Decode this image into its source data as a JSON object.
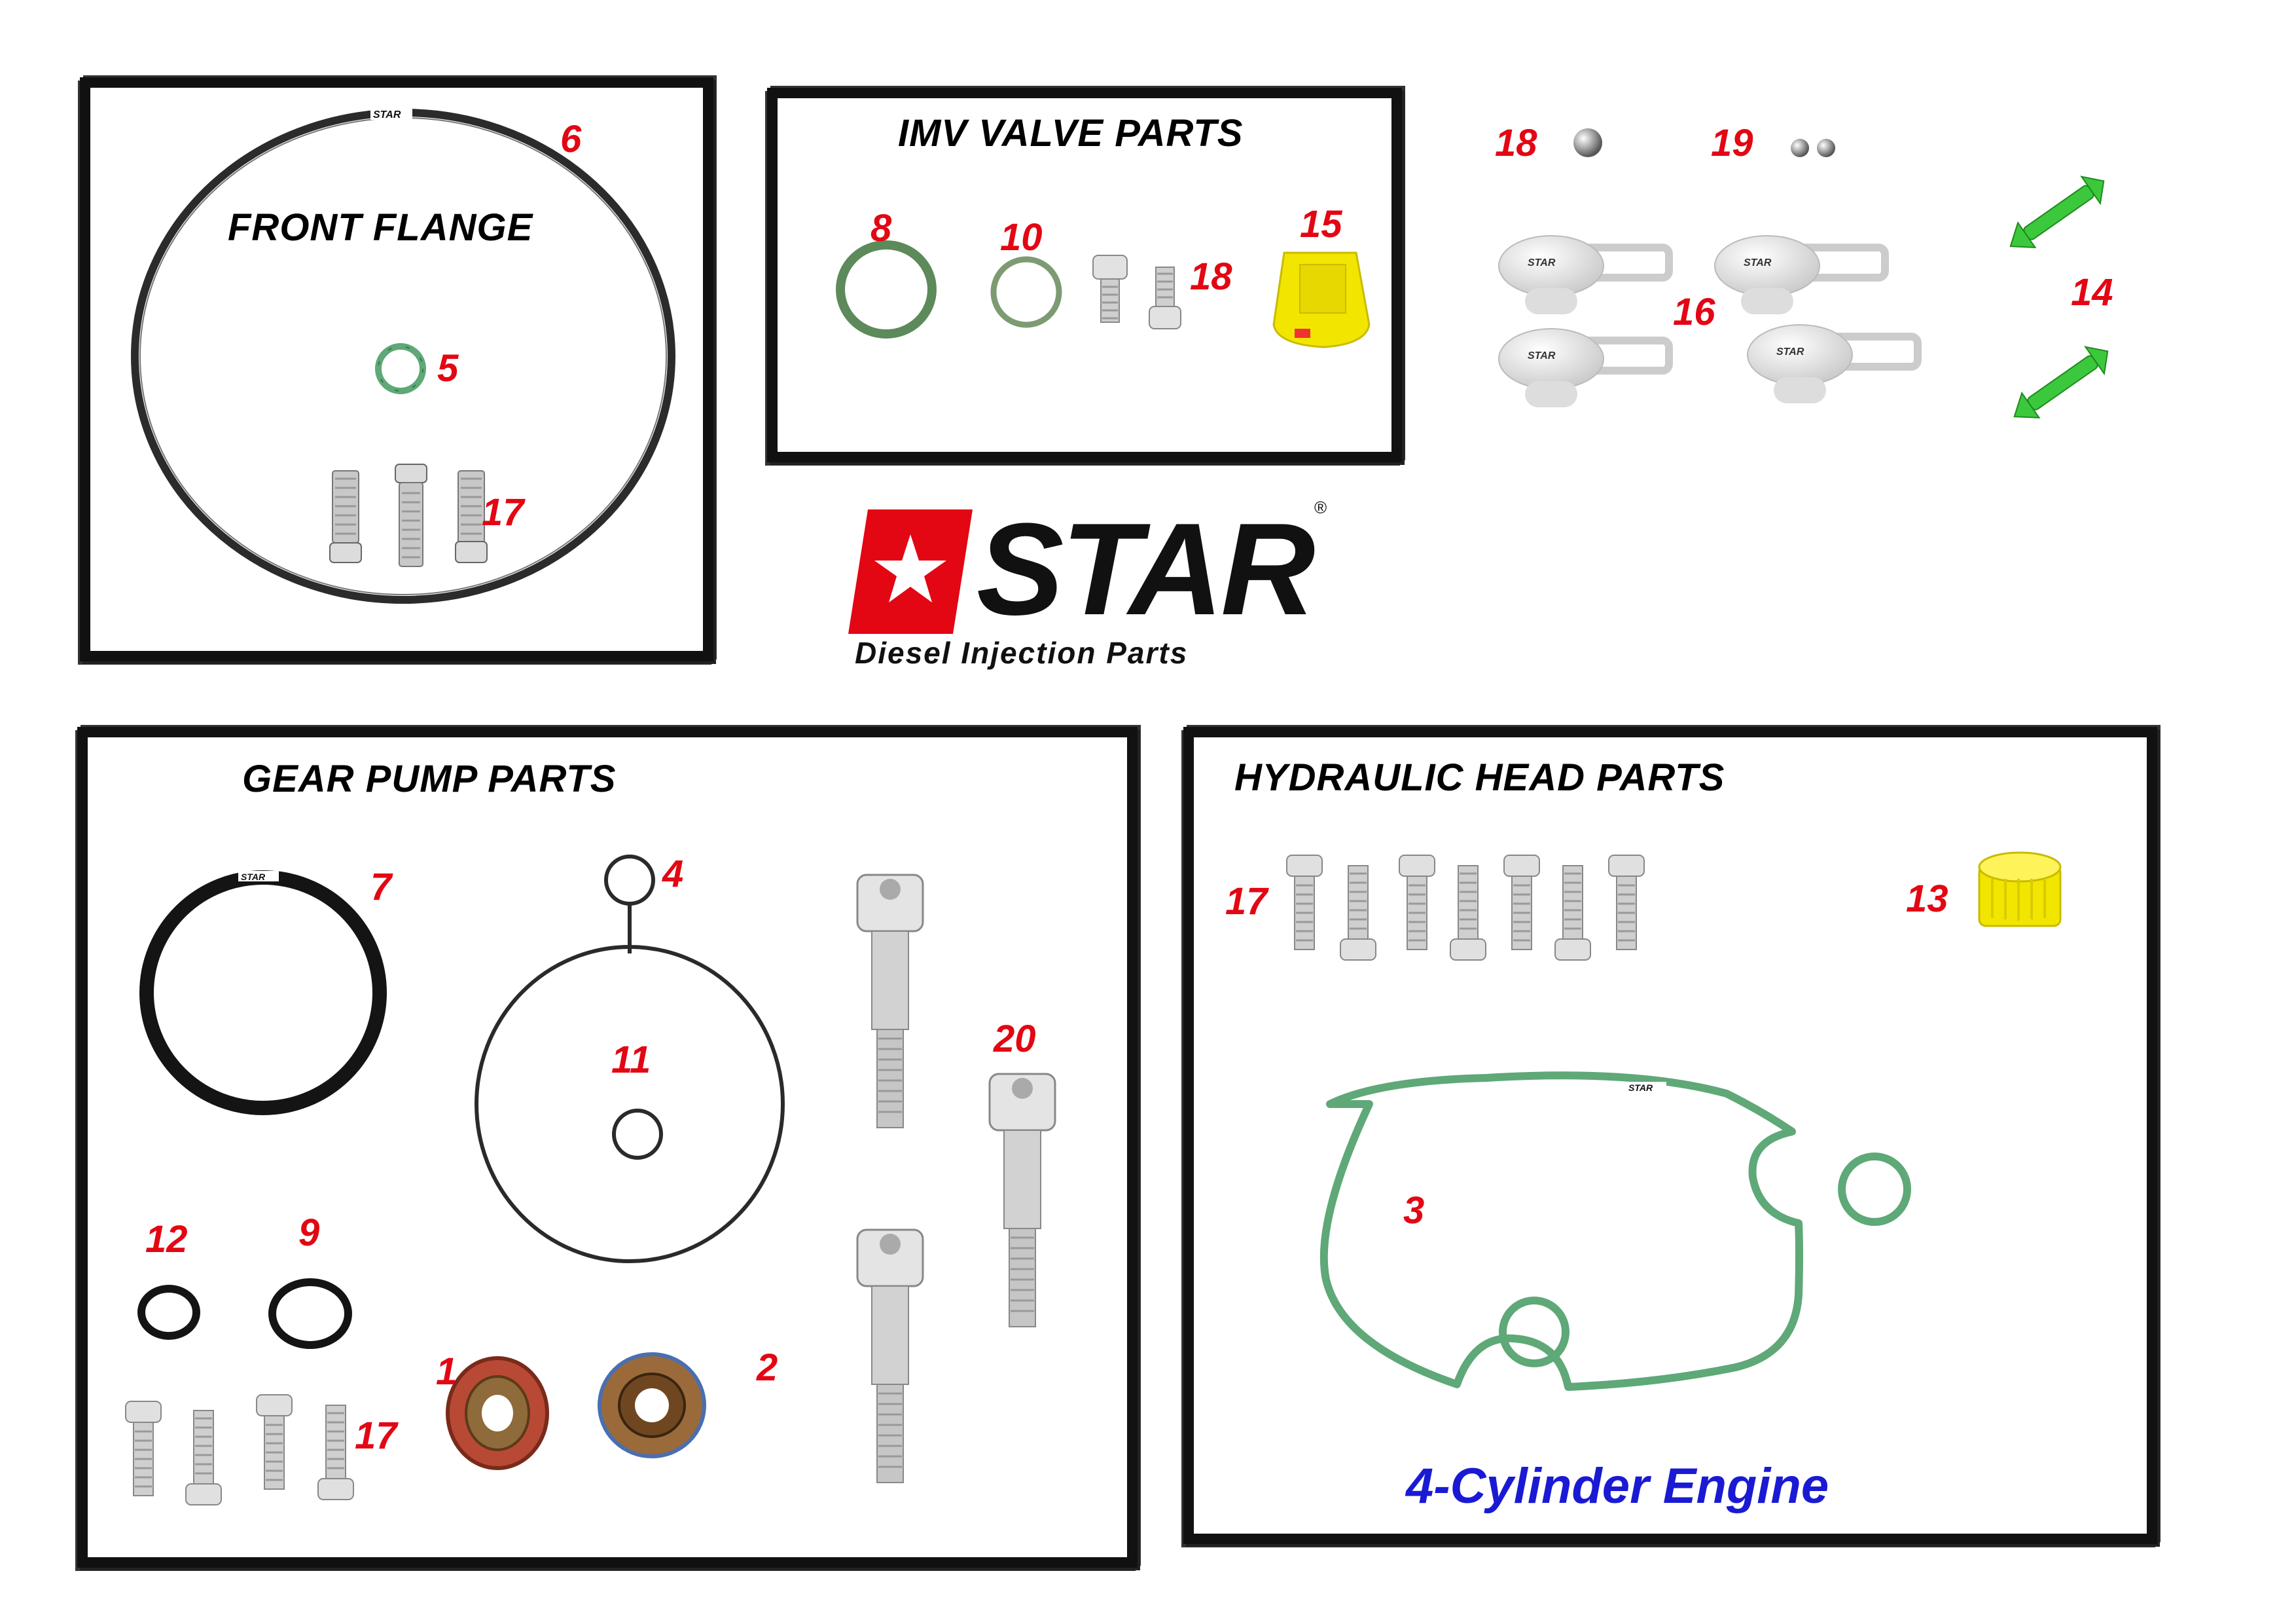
{
  "panels": {
    "front_flange": {
      "title": "FRONT FLANGE"
    },
    "imv": {
      "title": "IMV VALVE PARTS"
    },
    "gear_pump": {
      "title": "GEAR PUMP PARTS"
    },
    "hydraulic_head": {
      "title": "HYDRAULIC HEAD PARTS"
    }
  },
  "labels": {
    "p1": "1",
    "p2": "2",
    "p3": "3",
    "p4": "4",
    "p5": "5",
    "p6": "6",
    "p7": "7",
    "p8": "8",
    "p9": "9",
    "p10": "10",
    "p11": "11",
    "p12": "12",
    "p13": "13",
    "p14": "14",
    "p15": "15",
    "p16": "16",
    "p17": "17",
    "p18": "18",
    "p19": "19",
    "p20": "20"
  },
  "logo": {
    "word": "STAR",
    "tagline": "Diesel Injection Parts",
    "registered": "®",
    "mini": "STAR"
  },
  "caption": "4-Cylinder Engine",
  "colors": {
    "label_red": "#e30613",
    "logo_red": "#e30613",
    "caption_blue": "#1a1ad4",
    "seal_green": "#5fa877",
    "cap_yellow": "#f2e600",
    "clip_green": "#3cc83c"
  }
}
